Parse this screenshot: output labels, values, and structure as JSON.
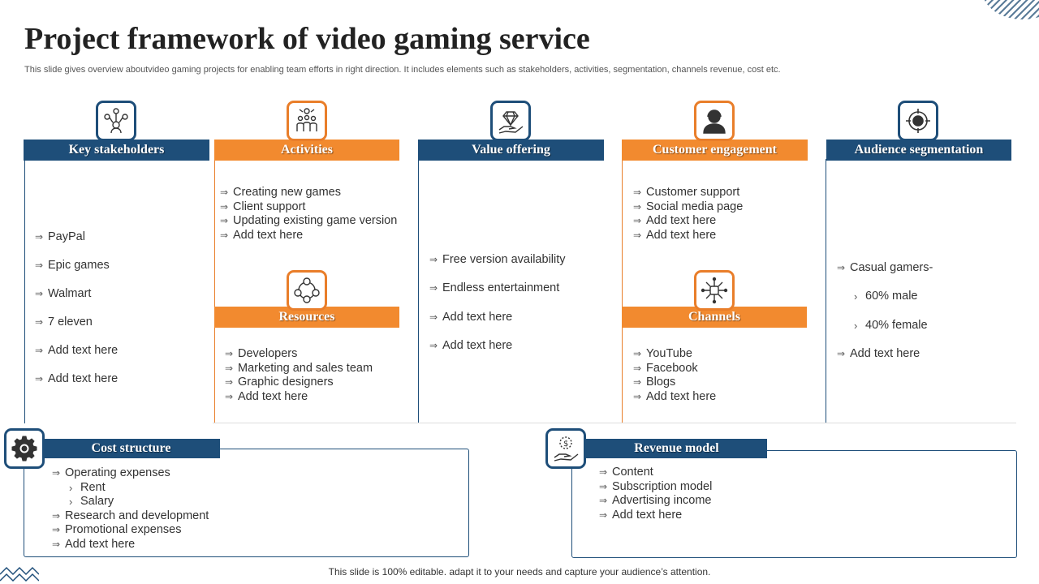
{
  "page": {
    "title": "Project framework of video gaming service",
    "subtitle": "This slide gives overview aboutvideo gaming projects for enabling team efforts in right direction. It includes elements such as stakeholders, activities, segmentation, channels revenue, cost etc.",
    "footer": "This slide is 100% editable. adapt it to your needs and capture your audience’s attention."
  },
  "colors": {
    "blue": "#1e4e79",
    "orange": "#f28a2f"
  },
  "sections": {
    "key_stakeholders": {
      "title": "Key stakeholders",
      "icon": "people-network-icon",
      "items": [
        "PayPal",
        "Epic games",
        "Walmart",
        "7 eleven",
        "Add text here",
        "Add text here"
      ]
    },
    "activities": {
      "title": "Activities",
      "icon": "team-goal-icon",
      "items": [
        "Creating new games",
        "Client support",
        "Updating existing game version",
        "Add text here"
      ]
    },
    "resources": {
      "title": "Resources",
      "icon": "resources-cycle-icon",
      "items": [
        "Developers",
        "Marketing and sales team",
        "Graphic designers",
        "Add text here"
      ]
    },
    "value_offering": {
      "title": "Value offering",
      "icon": "hand-diamond-icon",
      "items": [
        "Free version availability",
        "Endless entertainment",
        "Add text here",
        "Add text here"
      ]
    },
    "customer_engagement": {
      "title": "Customer engagement",
      "icon": "support-agent-icon",
      "items": [
        "Customer support",
        "Social media page",
        "Add text here",
        "Add text here"
      ]
    },
    "channels": {
      "title": "Channels",
      "icon": "network-hub-icon",
      "items": [
        "YouTube",
        "Facebook",
        "Blogs",
        "Add text here"
      ]
    },
    "audience_segmentation": {
      "title": "Audience segmentation",
      "icon": "target-segment-icon",
      "item1": "Casual gamers-",
      "sub1": "60% male",
      "sub2": "40% female",
      "item2": "Add text here"
    },
    "cost_structure": {
      "title": "Cost structure",
      "icon": "gear-cost-icon",
      "item1": "Operating expenses",
      "sub1": "Rent",
      "sub2": "Salary",
      "item2": "Research and development",
      "item3": "Promotional expenses",
      "item4": "Add text here"
    },
    "revenue_model": {
      "title": "Revenue model",
      "icon": "hand-money-icon",
      "items": [
        "Content",
        "Subscription model",
        "Advertising income",
        "Add text here"
      ]
    }
  }
}
